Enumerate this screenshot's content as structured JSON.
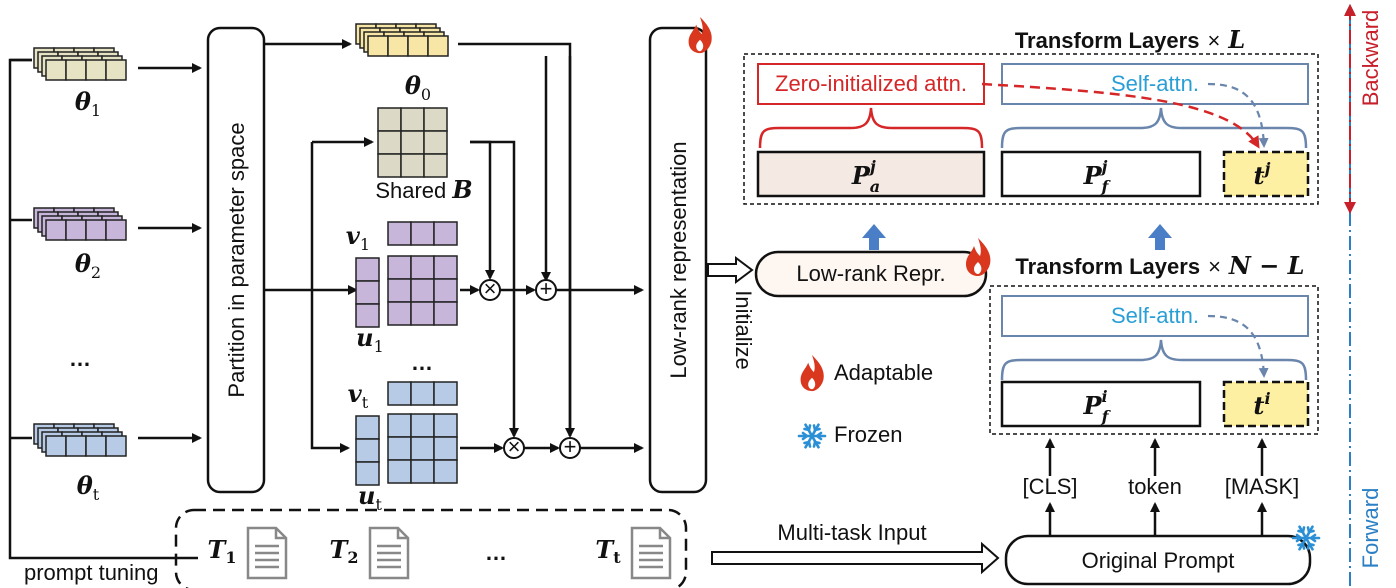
{
  "colors": {
    "theta1_cells": "#e6e3c4",
    "theta2_cells": "#c7b6d9",
    "thetat_cells": "#b7cbe6",
    "theta0_cells": "#f7e6a6",
    "shared_b_cells": "#dcd9c6",
    "zero_attn": "#d62728",
    "self_attn_box": "#6a86ad",
    "self_attn_text": "#2a9fd6",
    "forward_axis": "#2b7fc4",
    "backward_axis": "#c8202b",
    "arrow_up_blue": "#4a7fc8",
    "pa_box_fill": "#f4e9e3",
    "t_box_fill": "#fdf0a3",
    "flame": "#d9381e",
    "snow": "#2b8fd6"
  },
  "task_params": {
    "theta1": {
      "symbol": "θ",
      "sub": "1"
    },
    "theta2": {
      "symbol": "θ",
      "sub": "2"
    },
    "thetat": {
      "symbol": "θ",
      "sub": "t"
    },
    "ellipsis": "…"
  },
  "partition_label": "Partition in parameter space",
  "theta0": {
    "symbol": "θ",
    "sub": "0"
  },
  "shared_b": {
    "prefix": "Shared ",
    "symbol": "B"
  },
  "v1": {
    "symbol": "v",
    "sub": "1"
  },
  "u1": {
    "symbol": "u",
    "sub": "1"
  },
  "vt": {
    "symbol": "v",
    "sub": "t"
  },
  "ut": {
    "symbol": "u",
    "sub": "t"
  },
  "mid_ellipsis": "…",
  "ops": {
    "times": "×",
    "plus": "+"
  },
  "lowrank_label": "Low-rank representation",
  "initialize_label": "Initialize",
  "lowrank_repr": "Low-rank Repr.",
  "upper_block": {
    "title_text": "Transform Layers",
    "title_times": "×",
    "title_var": "L",
    "zero_attn": "Zero-initialized attn.",
    "self_attn": "Self-attn.",
    "pa": {
      "symbol": "P",
      "sub": "a",
      "sup": "j"
    },
    "pf": {
      "symbol": "P",
      "sub": "f",
      "sup": "j"
    },
    "t": {
      "symbol": "t",
      "sup": "j"
    }
  },
  "lower_block": {
    "title_text": "Transform Layers",
    "title_times": "×",
    "title_var": "N − L",
    "self_attn": "Self-attn.",
    "pf": {
      "symbol": "P",
      "sub": "f",
      "sup": "i"
    },
    "t": {
      "symbol": "t",
      "sup": "i"
    }
  },
  "legend": {
    "adaptable": "Adaptable",
    "frozen": "Frozen"
  },
  "inputs": {
    "cls": "[CLS]",
    "token": "token",
    "mask": "[MASK]"
  },
  "original_prompt": "Original Prompt",
  "multi_task_input": "Multi-task Input",
  "prompt_tuning": "prompt tuning",
  "docs": {
    "d1": {
      "symbol": "T",
      "sub": "1"
    },
    "d2": {
      "symbol": "T",
      "sub": "2"
    },
    "dt": {
      "symbol": "T",
      "sub": "t"
    },
    "ellipsis": "…"
  },
  "axis": {
    "forward": "Forward",
    "backward": "Backward"
  }
}
